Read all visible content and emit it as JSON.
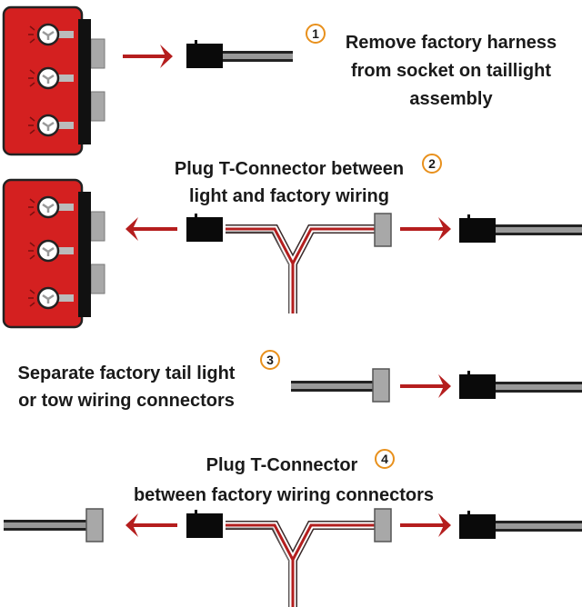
{
  "colors": {
    "taillight_red": "#d42020",
    "arrow_red": "#b51e1e",
    "connector_gray": "#a8a8a8",
    "plug_black": "#0a0a0a",
    "step_circle": "#e8901c"
  },
  "steps": [
    {
      "number": "1",
      "lines": [
        "Remove factory harness",
        "from socket on taillight",
        "assembly"
      ]
    },
    {
      "number": "2",
      "lines": [
        "Plug T-Connector between",
        "light and factory wiring"
      ]
    },
    {
      "number": "3",
      "lines": [
        "Separate factory tail light",
        "or tow wiring connectors"
      ]
    },
    {
      "number": "4",
      "lines": [
        "Plug T-Connector",
        "between factory wiring connectors"
      ]
    }
  ]
}
